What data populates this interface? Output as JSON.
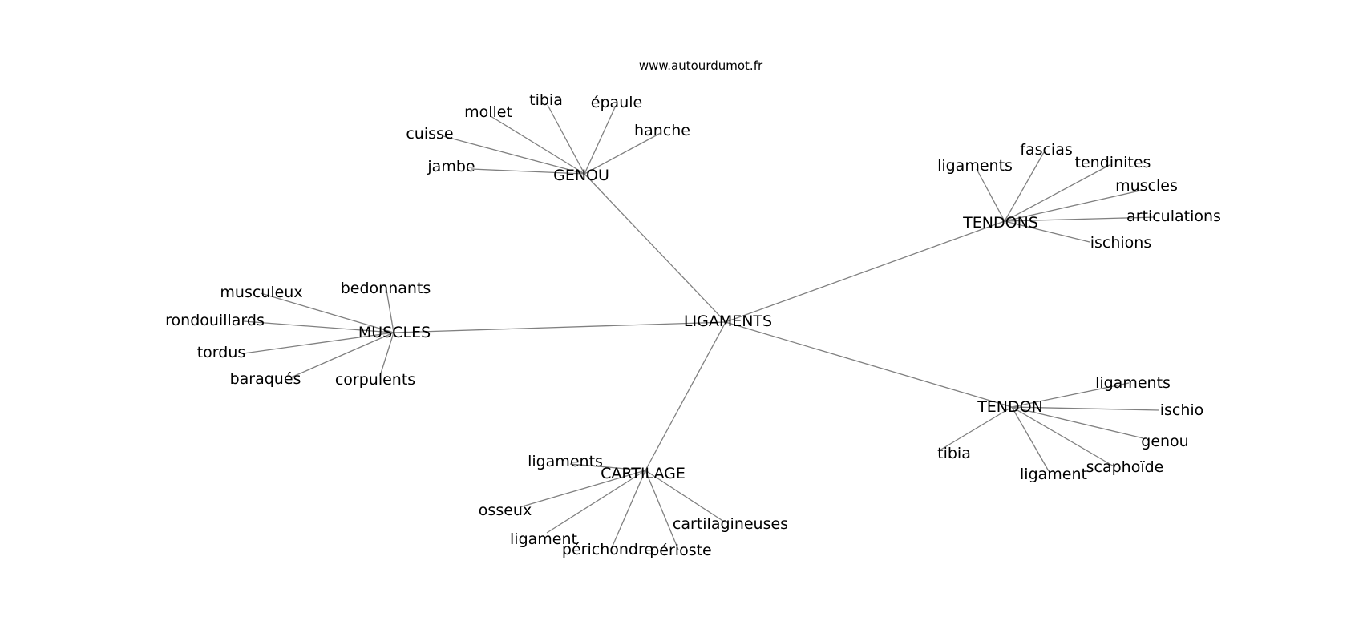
{
  "source": "www.autourdumot.fr",
  "colors": {
    "edge": "#808080",
    "text": "#000000",
    "background": "#ffffff"
  },
  "center": {
    "id": "ligaments_center",
    "label": "LIGAMENTS"
  },
  "hubs": [
    {
      "id": "genou",
      "label": "GENOU",
      "leaves": [
        "mollet",
        "tibia",
        "épaule",
        "hanche",
        "cuisse",
        "jambe"
      ]
    },
    {
      "id": "tendons",
      "label": "TENDONS",
      "leaves": [
        "ligaments",
        "fascias",
        "tendinites",
        "muscles",
        "articulations",
        "ischions"
      ]
    },
    {
      "id": "muscles",
      "label": "MUSCLES",
      "leaves": [
        "bedonnants",
        "musculeux",
        "rondouillards",
        "tordus",
        "baraqués",
        "corpulents"
      ]
    },
    {
      "id": "tendon",
      "label": "TENDON",
      "leaves": [
        "ligaments",
        "ischio",
        "genou",
        "tibia",
        "ligament",
        "scaphoïde"
      ]
    },
    {
      "id": "cartilage",
      "label": "CARTILAGE",
      "leaves": [
        "ligaments",
        "osseux",
        "ligament",
        "périchondre",
        "périoste",
        "cartilagineuses"
      ]
    }
  ]
}
